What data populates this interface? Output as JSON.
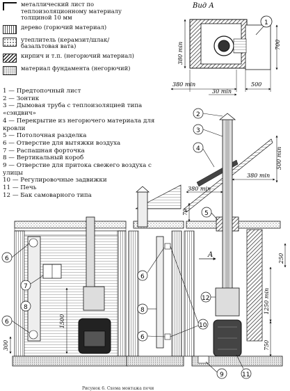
{
  "legend": [
    {
      "key": "metal",
      "text": "металлический лист по теплоизоляционному материалу толщиной 10 мм"
    },
    {
      "key": "wood",
      "text": "дерево (горючий материал)"
    },
    {
      "key": "ins",
      "text": "утеплитель (керамзит/шлак/ базальтовая вата)"
    },
    {
      "key": "brick",
      "text": "кирпич и т.п. (негорючий материал)"
    },
    {
      "key": "found",
      "text": "материал фундамента (негорючий)"
    }
  ],
  "parts": [
    "1 — Предтопочный лист",
    "2 — Зонтик",
    "3 — Дымовая труба с теплоизоляцией типа «сэндвич»",
    "4 — Перекрытие из негорючего материала для кровли",
    "5 — Потолочная разделка",
    "6 — Отверстие для вытяжки воздуха",
    "7 — Распашная форточка",
    "8 — Вертикальный короб",
    "9 — Отверстие для притока свежего воздуха с улицы",
    "10 — Регулировочные задвижки",
    "11 — Печь",
    "12 — Бак самоварного типа"
  ],
  "view_a": {
    "title": "Вид А",
    "dims": {
      "d380_left": "380 min",
      "d700": "700",
      "d380_bottom": "380 min",
      "d30": "30 min",
      "d500": "500"
    },
    "callout": "1"
  },
  "right_view": {
    "dims": {
      "d500": "500 min",
      "d380_top": "380 min",
      "d380_mid": "380 min",
      "d70": "70",
      "d250": "250",
      "d1250": "1250 min",
      "d750": "750"
    },
    "arrow_label": "A",
    "callouts": [
      "2",
      "3",
      "4",
      "5",
      "12",
      "10",
      "9",
      "11"
    ]
  },
  "left_view": {
    "dims": {
      "d1500": "1500",
      "d300": "300"
    },
    "callouts": [
      "6",
      "7",
      "8",
      "6"
    ]
  },
  "middle_view": {
    "callouts": [
      "6",
      "8",
      "6"
    ]
  },
  "caption": "Рисунок 6. Схема монтажа печи"
}
